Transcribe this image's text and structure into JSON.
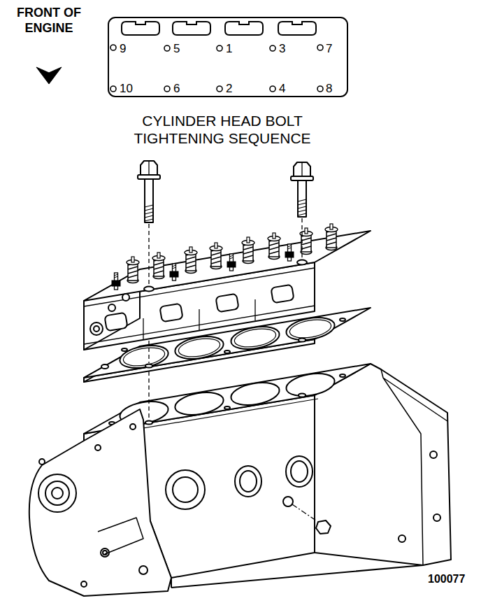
{
  "diagram": {
    "labels": [
      "FRONT OF ENGINE",
      "CYLINDER HEAD BOLT TIGHTENING SEQUENCE",
      "9",
      "5",
      "1",
      "3",
      "7",
      "10",
      "6",
      "2",
      "4",
      "8",
      "100077"
    ]
  }
}
